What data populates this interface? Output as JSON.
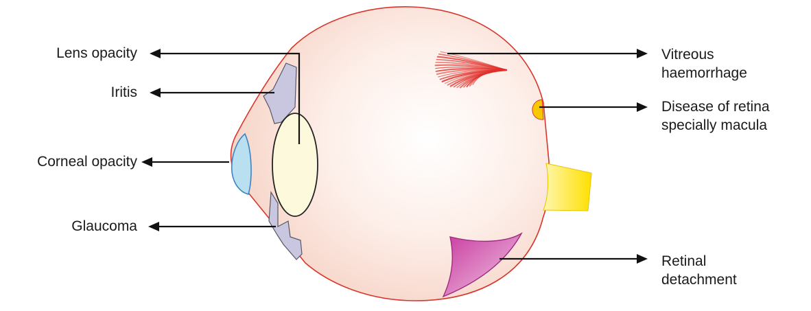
{
  "colors": {
    "outline": "#d9352a",
    "eyeball_fill": "#fbe4dc",
    "cornea_fill": "#b9e0f0",
    "lens_fill": "#fcf9dc",
    "iris_fill": "#c9c7e0",
    "haemorrhage": "#e0302a",
    "macula": "#f5c800",
    "optic_nerve": "#ffe300",
    "detachment": "#d65ab4",
    "arrow": "#111111"
  },
  "labels": {
    "lens_opacity": "Lens opacity",
    "iritis": "Iritis",
    "corneal_opacity": "Corneal opacity",
    "glaucoma": "Glaucoma",
    "vitreous_haemorrhage": [
      "Vitreous",
      "haemorrhage"
    ],
    "disease_retina": [
      "Disease of retina",
      "specially macula"
    ],
    "retinal_detachment": [
      "Retinal",
      "detachment"
    ]
  }
}
